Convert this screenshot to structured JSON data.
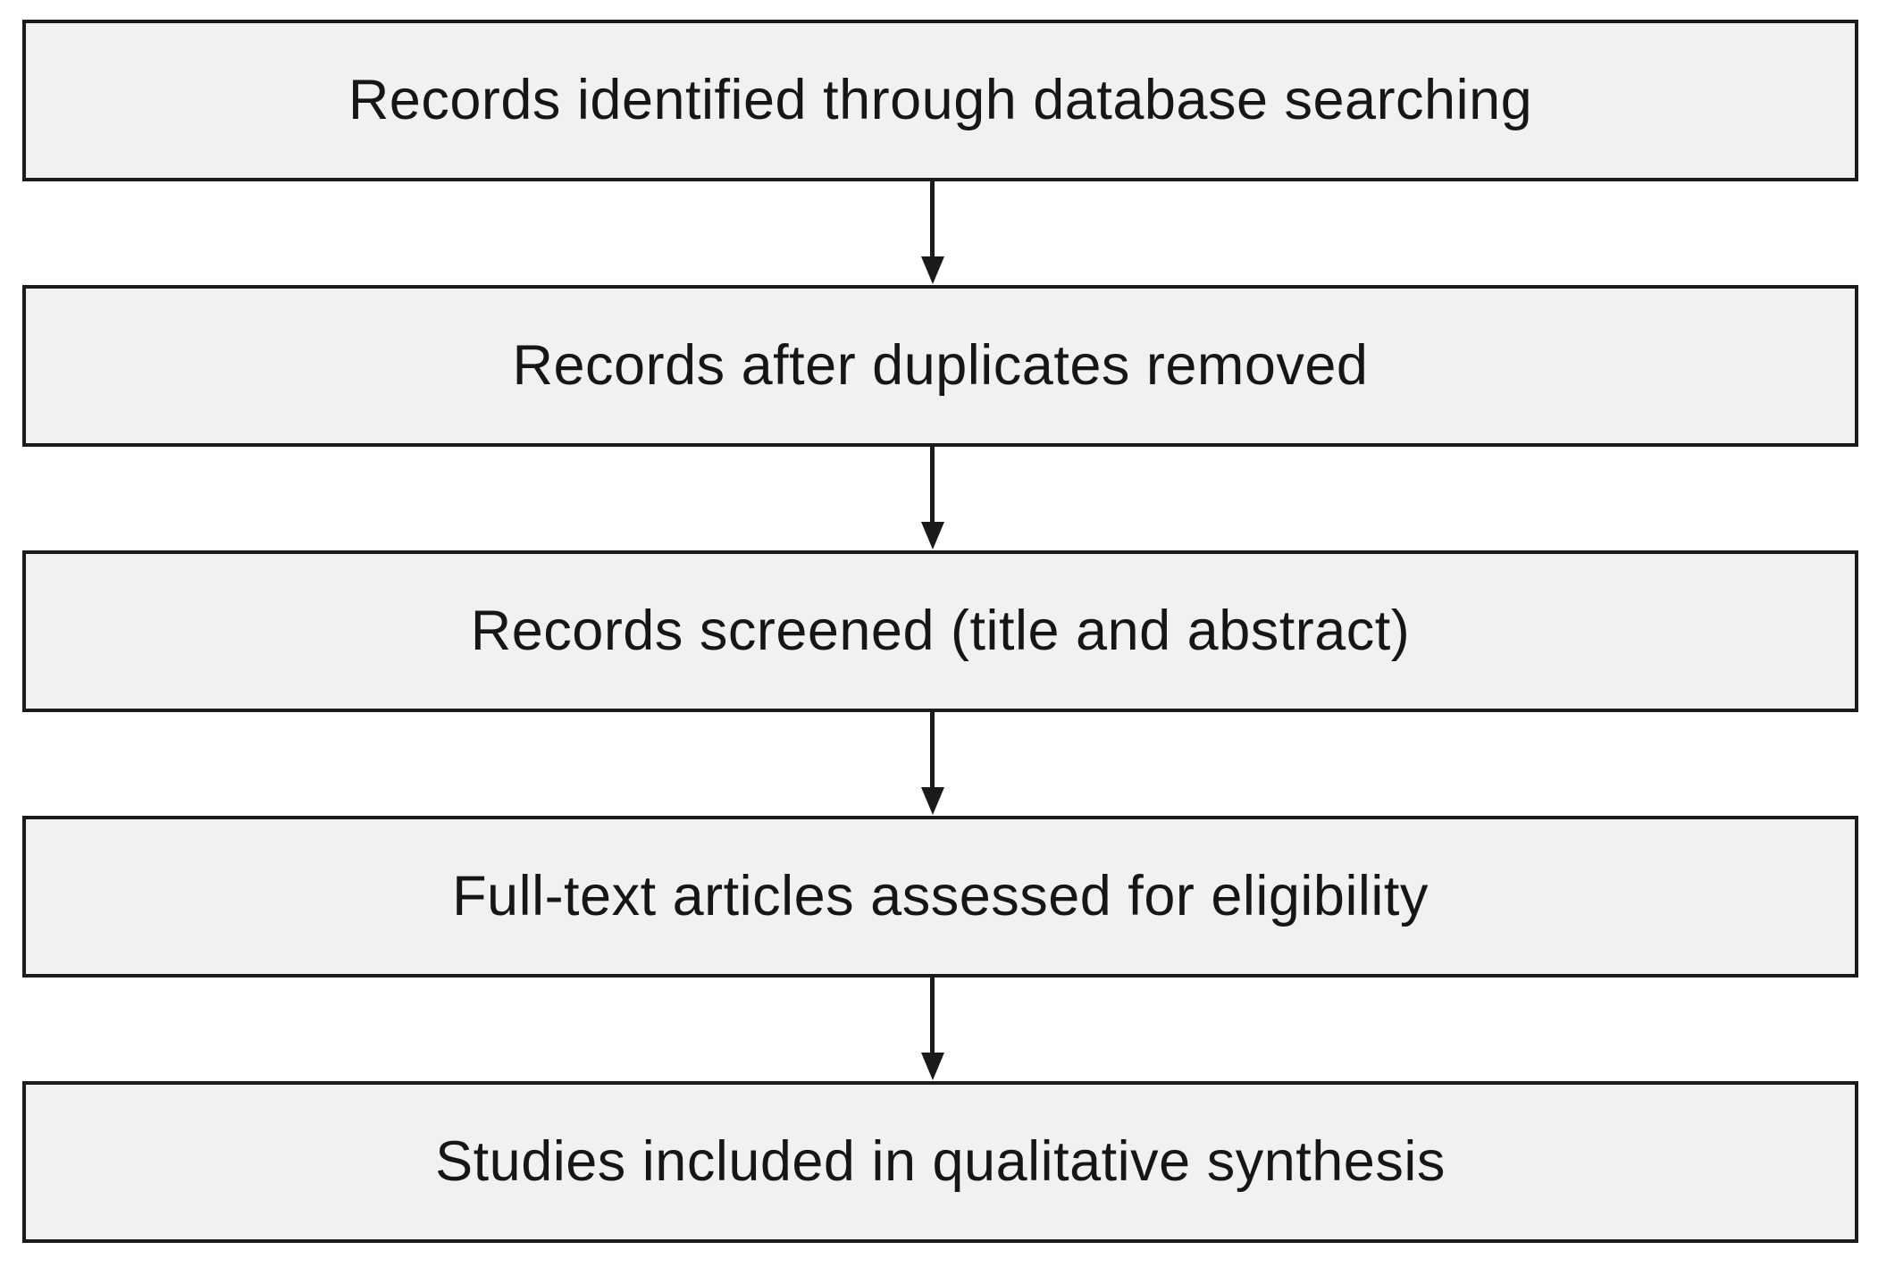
{
  "diagram": {
    "type": "flowchart",
    "direction": "top-down",
    "nodes": [
      {
        "id": "records-identified",
        "label": "Records identified through database searching"
      },
      {
        "id": "duplicates-removed",
        "label": "Records after duplicates removed"
      },
      {
        "id": "records-screened",
        "label": "Records screened (title and abstract)"
      },
      {
        "id": "fulltext-assessed",
        "label": "Full-text articles assessed for eligibility"
      },
      {
        "id": "studies-included",
        "label": "Studies included in qualitative synthesis"
      }
    ],
    "edges": [
      {
        "from": "records-identified",
        "to": "duplicates-removed"
      },
      {
        "from": "duplicates-removed",
        "to": "records-screened"
      },
      {
        "from": "records-screened",
        "to": "fulltext-assessed"
      },
      {
        "from": "fulltext-assessed",
        "to": "studies-included"
      }
    ],
    "colors": {
      "background": "#ffffff",
      "box_fill": "#f1f1f1",
      "box_border": "#1b1b1b",
      "text": "#161616",
      "arrow": "#1a1a1a"
    }
  }
}
